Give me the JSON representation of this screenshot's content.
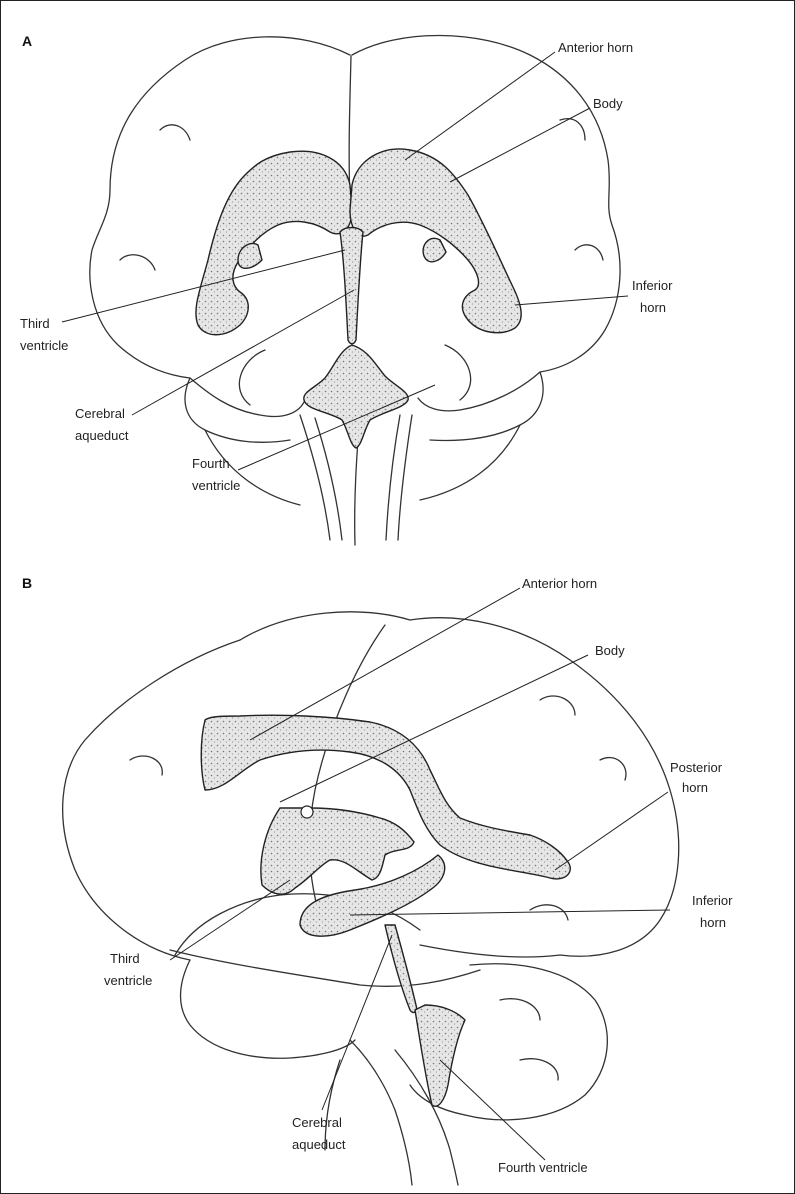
{
  "panel_a": {
    "letter": "A",
    "labels": {
      "anterior_horn": "Anterior horn",
      "body": "Body",
      "inferior_horn_1": "Inferior",
      "inferior_horn_2": "horn",
      "third_ventricle_1": "Third",
      "third_ventricle_2": "ventricle",
      "cerebral_aqueduct_1": "Cerebral",
      "cerebral_aqueduct_2": "aqueduct",
      "fourth_ventricle_1": "Fourth",
      "fourth_ventricle_2": "ventricle"
    }
  },
  "panel_b": {
    "letter": "B",
    "labels": {
      "anterior_horn": "Anterior horn",
      "body": "Body",
      "posterior_horn_1": "Posterior",
      "posterior_horn_2": "horn",
      "inferior_horn_1": "Inferior",
      "inferior_horn_2": "horn",
      "third_ventricle_1": "Third",
      "third_ventricle_2": "ventricle",
      "cerebral_aqueduct_1": "Cerebral",
      "cerebral_aqueduct_2": "aqueduct",
      "fourth_ventricle": "Fourth ventricle"
    }
  },
  "colors": {
    "line": "#333333",
    "ventricle_fill": "#d9d9d9",
    "background": "#ffffff"
  }
}
